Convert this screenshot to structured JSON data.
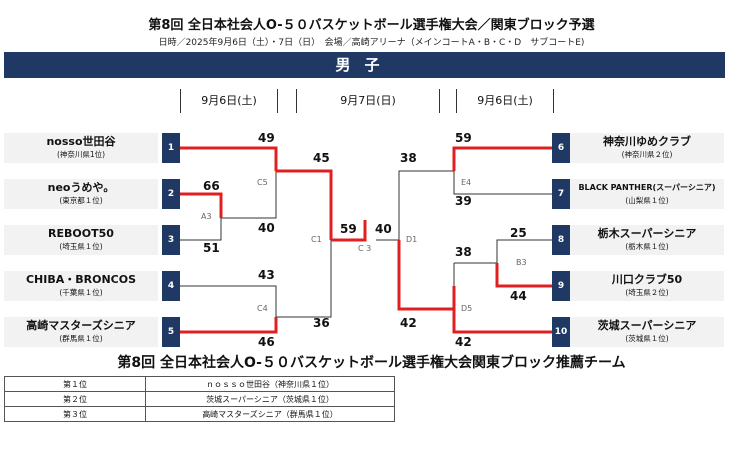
{
  "title": "第8回 全日本社会人O-５０バスケットボール選手権大会／関東ブロック予選",
  "subtitle": "日時／2025年9月6日（土）・7日（日）　会場／高崎アリーナ（メインコートA・B・C・D　サブコートE)",
  "division": "男子",
  "dates": [
    "9月6日(土)",
    "9月7日(日)",
    "9月6日(土)"
  ],
  "teams": [
    {
      "seed": "1",
      "name": "nosso世田谷",
      "pref": "(神奈川県1位)"
    },
    {
      "seed": "2",
      "name": "neoうめや。",
      "pref": "(東京都１位)"
    },
    {
      "seed": "3",
      "name": "REBOOT50",
      "pref": "(埼玉県１位)"
    },
    {
      "seed": "4",
      "name": "CHIBA・BRONCOS",
      "pref": "(千葉県１位)"
    },
    {
      "seed": "5",
      "name": "高崎マスターズシニア",
      "pref": "(群馬県１位)"
    },
    {
      "seed": "6",
      "name": "神奈川ゆめクラブ",
      "pref": "(神奈川県２位)"
    },
    {
      "seed": "7",
      "name": "BLACK PANTHER(スーパーシニア)",
      "pref": "(山梨県１位)"
    },
    {
      "seed": "8",
      "name": "栃木スーパーシニア",
      "pref": "(栃木県１位)"
    },
    {
      "seed": "9",
      "name": "川口クラブ50",
      "pref": "(埼玉県２位)"
    },
    {
      "seed": "10",
      "name": "茨城スーパーシニア",
      "pref": "(茨城県１位)"
    }
  ],
  "scores": {
    "c5_top": "49",
    "c5_bottom": "40",
    "a3_top": "66",
    "a3_bottom": "51",
    "c4_top": "43",
    "c4_bottom": "46",
    "c1_top": "45",
    "c1_bottom": "36",
    "final_left": "59",
    "final_right": "40",
    "e4_top": "59",
    "e4_bottom": "39",
    "b3_top": "25",
    "b3_bottom": "44",
    "d5_top": "38",
    "d5_bottom": "42",
    "d1_top": "38",
    "d1_bottom": "42"
  },
  "game_labels": {
    "c5": "C5",
    "a3": "A3",
    "c4": "C4",
    "c1": "C1",
    "c3": "C 3",
    "d1": "D1",
    "e4": "E4",
    "b3": "B3",
    "d5": "D5"
  },
  "recommended": {
    "title": "第8回 全日本社会人O-５０バスケットボール選手権大会関東ブロック推薦チーム",
    "rows": [
      {
        "rank": "第１位",
        "team": "ｎｏｓｓｏ世田谷（神奈川県１位）"
      },
      {
        "rank": "第２位",
        "team": "茨城スーパーシニア（茨城県１位）"
      },
      {
        "rank": "第３位",
        "team": "高崎マスターズシニア（群馬県１位）"
      }
    ]
  },
  "colors": {
    "navy": "#1f3864",
    "winner_line": "#e02020",
    "line": "#333333",
    "team_bg": "#f2f2f2"
  }
}
